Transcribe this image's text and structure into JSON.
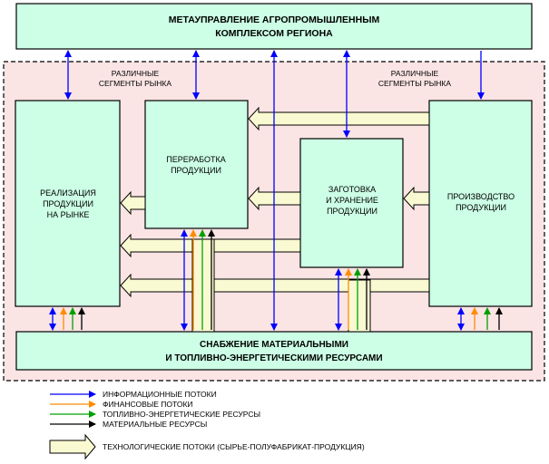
{
  "colors": {
    "box_fill": "#ccffe6",
    "region_fill": "#fbe4e4",
    "tech_flow_fill": "#fafad2",
    "info": "#0000ff",
    "finance": "#ff8c00",
    "fuel": "#00a000",
    "material": "#000000"
  },
  "boxes": {
    "top": [
      "МЕТАУПРАВЛЕНИЕ АГРОПРОМЫШЛЕННЫМ",
      "КОМПЛЕКСОМ РЕГИОНА"
    ],
    "sales": [
      "РЕАЛИЗАЦИЯ",
      "ПРОДУКЦИИ",
      "НА РЫНКЕ"
    ],
    "processing": [
      "ПЕРЕРАБОТКА",
      "ПРОДУКЦИИ"
    ],
    "storage": [
      "ЗАГОТОВКА",
      "И ХРАНЕНИЕ",
      "ПРОДУКЦИИ"
    ],
    "production": [
      "ПРОИЗВОДСТВО",
      "ПРОДУКЦИИ"
    ],
    "supply": [
      "СНАБЖЕНИЕ МАТЕРИАЛЬНЫМИ",
      "И ТОПЛИВНО-ЭНЕРГЕТИЧЕСКИМИ РЕСУРСАМИ"
    ]
  },
  "market_segments": {
    "left": [
      "РАЗЛИЧНЫЕ",
      "СЕГМЕНТЫ РЫНКА"
    ],
    "right": [
      "РАЗЛИЧНЫЕ",
      "СЕГМЕНТЫ РЫНКА"
    ]
  },
  "legend": {
    "info": "ИНФОРМАЦИОННЫЕ ПОТОКИ",
    "finance": "ФИНАНСОВЫЕ ПОТОКИ",
    "fuel": "ТОПЛИВНО-ЭНЕРГЕТИЧЕСКИЕ РЕСУРСЫ",
    "material": "МАТЕРИАЛЬНЫЕ РЕСУРСЫ",
    "tech": "ТЕХНОЛОГИЧЕСКИЕ ПОТОКИ (СЫРЬЕ-ПОЛУФАБРИКАТ-ПРОДУКЦИЯ)"
  }
}
